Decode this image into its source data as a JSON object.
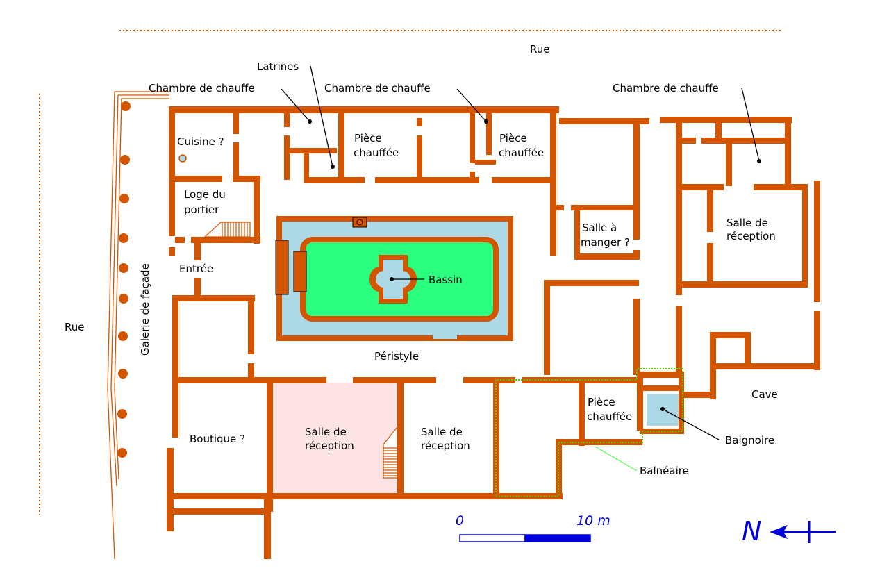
{
  "labels": {
    "rue_top": "Rue",
    "rue_left": "Rue",
    "galerie": "Galerie de façade",
    "chauffe_1": "Chambre de chauffe",
    "latrines": "Latrines",
    "chauffe_2": "Chambre de chauffe",
    "chauffe_3": "Chambre de chauffe",
    "cuisine": "Cuisine ?",
    "piece_chauffee_1": [
      "Pièce",
      "chauffée"
    ],
    "piece_chauffee_2": [
      "Pièce",
      "chauffée"
    ],
    "piece_chauffee_3": [
      "Pièce",
      "chauffée"
    ],
    "loge": [
      "Loge du",
      "portier"
    ],
    "salle_manger": [
      "Salle à",
      "manger ?"
    ],
    "salle_reception_ne": [
      "Salle de",
      "réception"
    ],
    "entree": "Entrée",
    "bassin": "Bassin",
    "peristyle": "Péristyle",
    "boutique": "Boutique ?",
    "salle_reception_pink": [
      "Salle de",
      "réception"
    ],
    "salle_reception_mid": [
      "Salle de",
      "réception"
    ],
    "cave": "Cave",
    "baignoire": "Baignoire",
    "balneaire": "Balnéaire"
  },
  "scale": {
    "start": "0",
    "end": "10 m"
  },
  "north": "N",
  "colors": {
    "wall": "#d45500",
    "garden": "#2aff80",
    "water": "#add8e6",
    "reception_fill": "#fde3e3",
    "balneaire": "#55cc00",
    "scale": "#0000dd"
  }
}
